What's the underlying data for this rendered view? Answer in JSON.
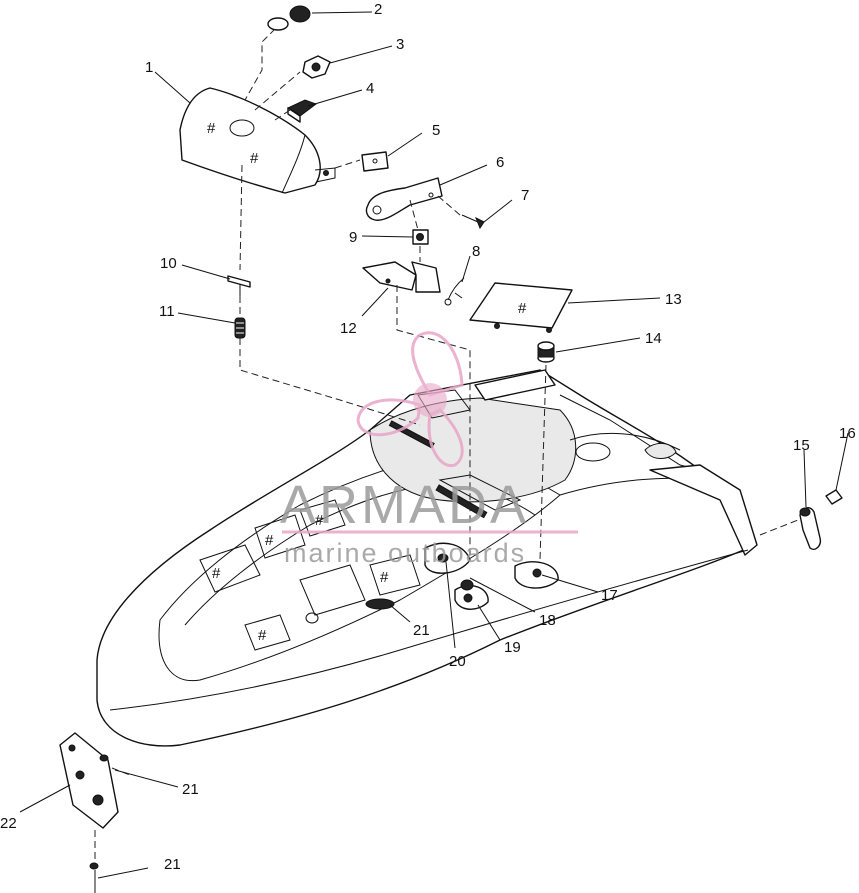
{
  "watermark": {
    "brand": "ARMADA",
    "tagline": "marine outboards",
    "logo_color": "#e8a6c8"
  },
  "callouts": {
    "c1": "1",
    "c2": "2",
    "c3": "3",
    "c4": "4",
    "c5": "5",
    "c6": "6",
    "c7": "7",
    "c8": "8",
    "c9": "9",
    "c10": "10",
    "c11": "11",
    "c12": "12",
    "c13": "13",
    "c14": "14",
    "c15": "15",
    "c16": "16",
    "c17": "17",
    "c18": "18",
    "c19": "19",
    "c20": "20",
    "c21a": "21",
    "c21b": "21",
    "c21c": "21",
    "c22": "22"
  }
}
